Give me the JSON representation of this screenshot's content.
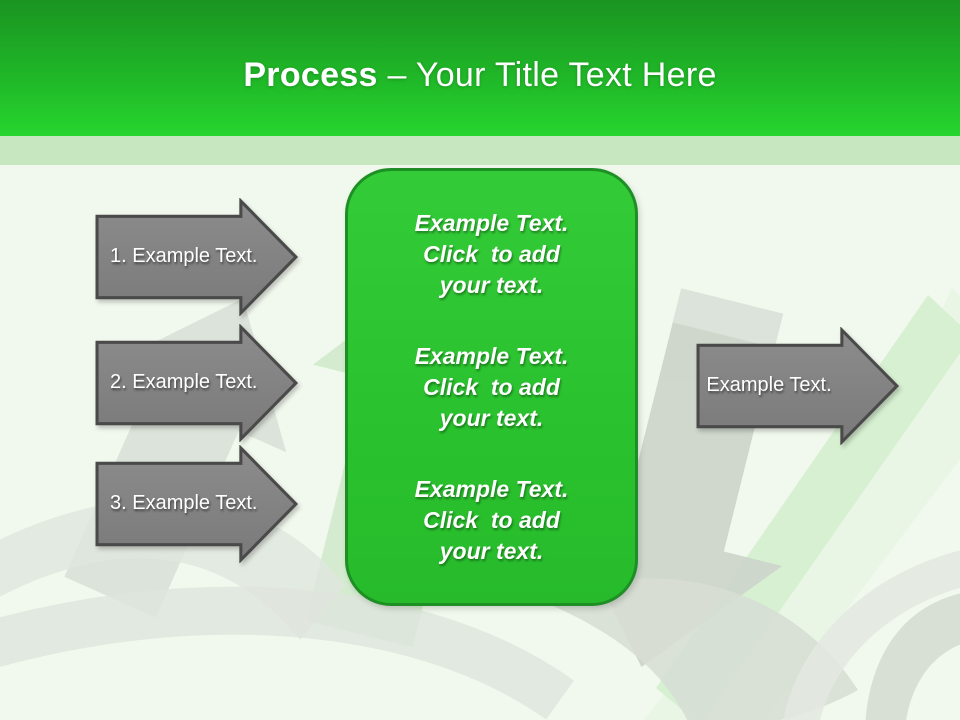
{
  "header": {
    "title_bold": "Process",
    "title_rest": "– Your Title Text Here"
  },
  "process_steps": [
    {
      "label": "1. Example Text."
    },
    {
      "label": "2. Example Text."
    },
    {
      "label": "3. Example Text."
    }
  ],
  "content_box": {
    "blocks": [
      {
        "line1": "Example Text.",
        "line2": "Click  to add",
        "line3": "your text."
      },
      {
        "line1": "Example Text.",
        "line2": "Click  to add",
        "line3": "your text."
      },
      {
        "line1": "Example Text.",
        "line2": "Click  to add",
        "line3": "your text."
      }
    ]
  },
  "output_arrow": {
    "label": "Example Text."
  },
  "colors": {
    "header_gradient_top": "#1a9421",
    "header_gradient_bottom": "#26d52e",
    "accent_strip": "#c6e7c0",
    "body_background": "#f1f8ed",
    "box_fill": "#2cc330",
    "box_border": "#1e8f25",
    "arrow_fill": "#828282",
    "arrow_border": "#4a4a4a",
    "text": "#ffffff"
  }
}
